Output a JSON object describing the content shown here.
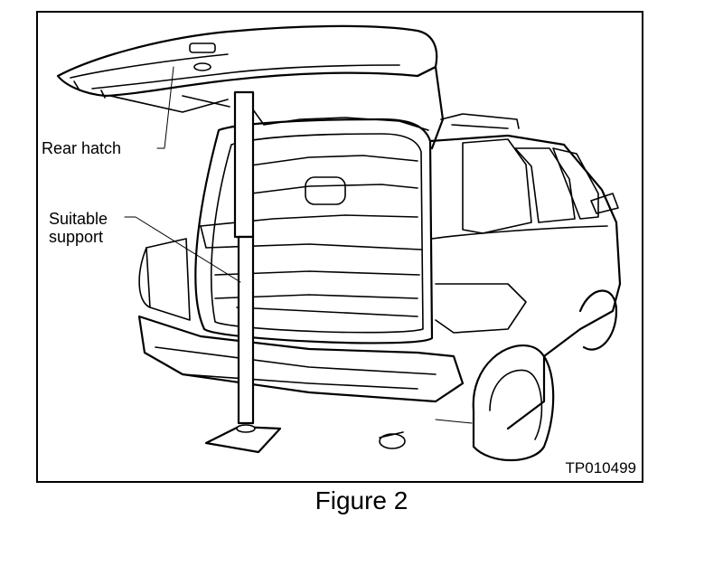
{
  "figure": {
    "caption": "Figure 2",
    "image_code": "TP010499",
    "labels": {
      "rear_hatch": "Rear hatch",
      "suitable_support_line1": "Suitable",
      "suitable_support_line2": "support"
    }
  }
}
